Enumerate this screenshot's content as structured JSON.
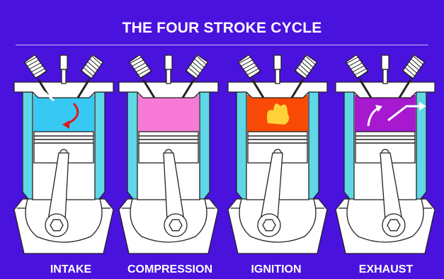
{
  "title": "THE FOUR STROKE CYCLE",
  "strokes": [
    {
      "label": "INTAKE",
      "chamber_color": "#37c8f3"
    },
    {
      "label": "COMPRESSION",
      "chamber_color": "#f77ad6"
    },
    {
      "label": "IGNITION",
      "chamber_color": "#f84a06"
    },
    {
      "label": "EXHAUST",
      "chamber_color": "#a619cf"
    }
  ],
  "colors": {
    "background": "#4a12dd",
    "coolant": "#5fd7e6",
    "metal": "#ffffff",
    "outline": "#222222",
    "arrow_intake": "#e01818",
    "arrow_exhaust": "#ffffff",
    "flame": "#ffd23a"
  }
}
